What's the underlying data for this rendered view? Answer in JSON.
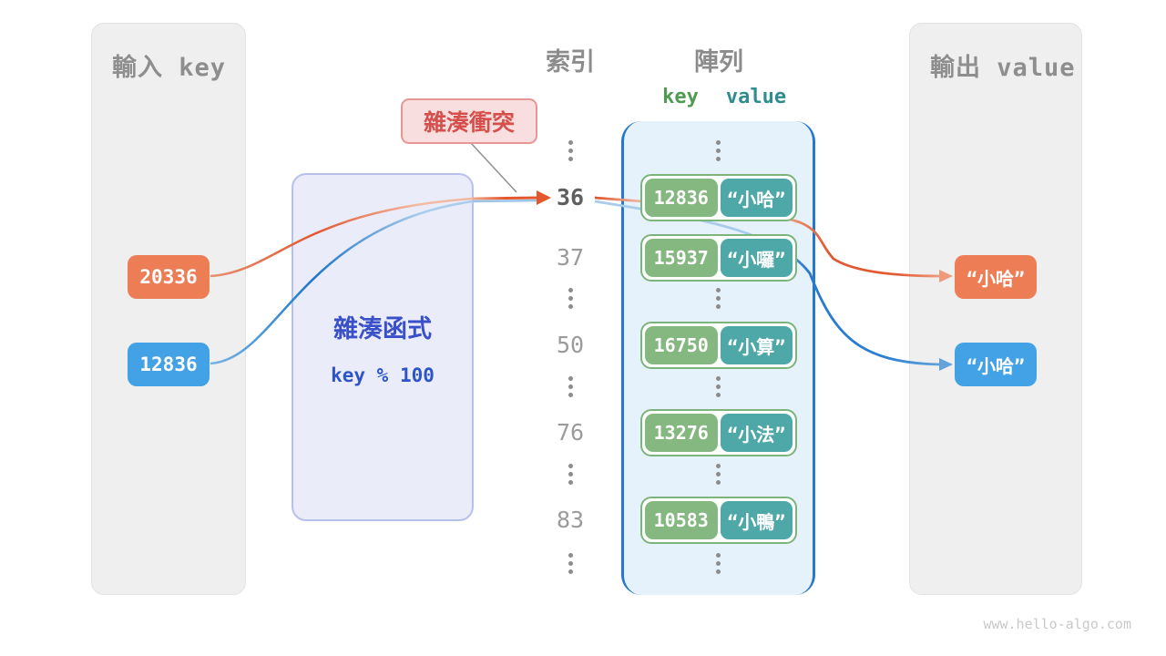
{
  "panels": {
    "input": {
      "title": "輸入 key"
    },
    "output": {
      "title": "輸出 value"
    }
  },
  "inputs": [
    {
      "key": "20336",
      "color": "#ed7d55"
    },
    {
      "key": "12836",
      "color": "#43a1e5"
    }
  ],
  "hash_function": {
    "title": "雜湊函式",
    "formula": "key % 100"
  },
  "collision_label": {
    "text": "雜湊衝突"
  },
  "index_column": {
    "title": "索引",
    "rows": [
      {
        "type": "dots"
      },
      {
        "type": "number",
        "label": "36",
        "emphasis": true
      },
      {
        "type": "number",
        "label": "37"
      },
      {
        "type": "dots"
      },
      {
        "type": "number",
        "label": "50"
      },
      {
        "type": "dots"
      },
      {
        "type": "number",
        "label": "76"
      },
      {
        "type": "dots"
      },
      {
        "type": "number",
        "label": "83"
      },
      {
        "type": "dots"
      }
    ]
  },
  "array_column": {
    "title": "陣列",
    "key_header": "key",
    "value_header": "value",
    "pairs": [
      {
        "key": "12836",
        "value": "“小哈”"
      },
      {
        "key": "15937",
        "value": "“小囉”"
      },
      {
        "key": "16750",
        "value": "“小算”"
      },
      {
        "key": "13276",
        "value": "“小法”"
      },
      {
        "key": "10583",
        "value": "“小鴨”"
      }
    ]
  },
  "outputs": [
    {
      "value": "“小哈”",
      "color": "#ed7d55"
    },
    {
      "value": "“小哈”",
      "color": "#43a1e5"
    }
  ],
  "colors": {
    "orange_accent": "#e4572d",
    "blue_accent": "#2779c8",
    "green_key": "#85b880",
    "teal_value": "#4fa8a8",
    "hash_box_text": "#3a50c8",
    "collision_text": "#d5504c",
    "panel_bg": "#efefef",
    "array_bg": "#e6f2fb"
  },
  "watermark": "www.hello-algo.com"
}
